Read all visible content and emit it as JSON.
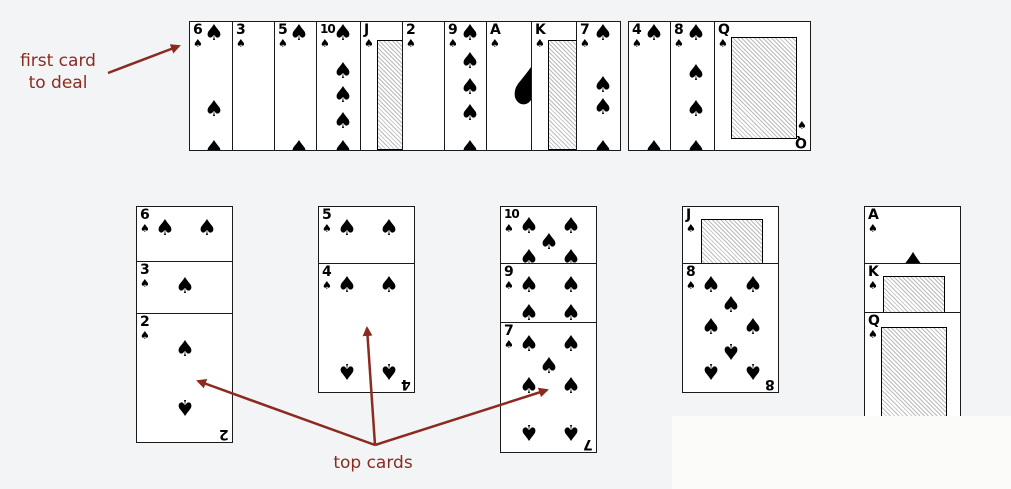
{
  "labels": {
    "first_card": [
      "first card",
      "to deal"
    ],
    "top_cards": "top cards"
  },
  "suit": "♠",
  "colors": {
    "arrow": "#8b2b20",
    "card_border": "#1a1a1a"
  },
  "deck_row": [
    "6",
    "3",
    "5",
    "10",
    "J",
    "2",
    "9",
    "A",
    "K",
    "7",
    "4",
    "8",
    "Q"
  ],
  "piles": [
    [
      "6",
      "3",
      "2"
    ],
    [
      "5",
      "4"
    ],
    [
      "10",
      "9",
      "7"
    ],
    [
      "J",
      "8"
    ],
    [
      "A",
      "K",
      "Q"
    ]
  ]
}
